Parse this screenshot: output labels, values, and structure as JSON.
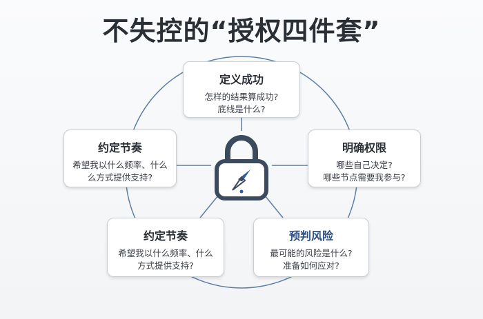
{
  "title": "不失控的“授权四件套”",
  "center_icon": "lock-compass-icon",
  "colors": {
    "ring": "#5d7fa6",
    "lock": "#3b4a5c",
    "needle_blue": "#2f5fa3",
    "accent_title": "#2b4f86"
  },
  "cards": {
    "top": {
      "title": "定义成功",
      "lines": [
        "怎样的结果算成功?",
        "底线是什么?"
      ]
    },
    "right": {
      "title": "明确权限",
      "lines": [
        "哪些自己决定?",
        "哪些节点需要我参与?"
      ]
    },
    "bottom_right": {
      "title": "预判风险",
      "lines": [
        "最可能的风险是什么?",
        "准备如何应对?"
      ]
    },
    "bottom_left": {
      "title": "约定节奏",
      "lines": [
        "希望我以什么频率、什么",
        "方式提供支持?"
      ]
    },
    "left": {
      "title": "约定节奏",
      "lines": [
        "希望我以什么频率、什么",
        "么方式提供支持?"
      ]
    }
  }
}
